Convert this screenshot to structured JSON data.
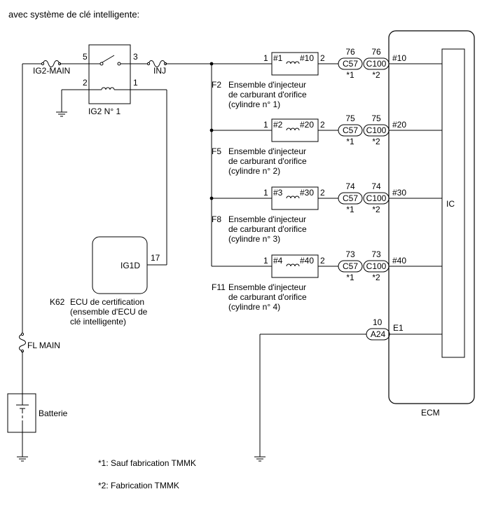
{
  "title": "avec système de clé intelligente:",
  "relay": {
    "pin_5": "5",
    "pin_3": "3",
    "pin_2": "2",
    "pin_1": "1",
    "name": "IG2 N° 1"
  },
  "fuses": {
    "ig2_main": "IG2-MAIN",
    "inj": "INJ",
    "fl_main": "FL MAIN"
  },
  "battery_label": "Batterie",
  "k62": {
    "ref": "K62",
    "name_line1": "ECU de certification",
    "name_line2": "(ensemble d'ECU de",
    "name_line3": "clé intelligente)",
    "terminal": "IG1D",
    "pin": "17"
  },
  "injectors": [
    {
      "ref": "F2",
      "line1": "Ensemble d'injecteur",
      "line2": "de carburant d'orifice",
      "line3": "(cylindre n° 1)",
      "pin_in": "1",
      "coil_left": "#1",
      "coil_right": "#10",
      "pin_out": "2",
      "c57_pin": "76",
      "c57": "C57",
      "c57_note": "*1",
      "c100_pin": "76",
      "c100": "C100",
      "c100_note": "*2",
      "ecm_terminal": "#10"
    },
    {
      "ref": "F5",
      "line1": "Ensemble d'injecteur",
      "line2": "de carburant d'orifice",
      "line3": "(cylindre n° 2)",
      "pin_in": "1",
      "coil_left": "#2",
      "coil_right": "#20",
      "pin_out": "2",
      "c57_pin": "75",
      "c57": "C57",
      "c57_note": "*1",
      "c100_pin": "75",
      "c100": "C100",
      "c100_note": "*2",
      "ecm_terminal": "#20"
    },
    {
      "ref": "F8",
      "line1": "Ensemble d'injecteur",
      "line2": "de carburant d'orifice",
      "line3": "(cylindre n° 3)",
      "pin_in": "1",
      "coil_left": "#3",
      "coil_right": "#30",
      "pin_out": "2",
      "c57_pin": "74",
      "c57": "C57",
      "c57_note": "*1",
      "c100_pin": "74",
      "c100": "C100",
      "c100_note": "*2",
      "ecm_terminal": "#30"
    },
    {
      "ref": "F11",
      "line1": "Ensemble d'injecteur",
      "line2": "de carburant d'orifice",
      "line3": "(cylindre n° 4)",
      "pin_in": "1",
      "coil_left": "#4",
      "coil_right": "#40",
      "pin_out": "2",
      "c57_pin": "73",
      "c57": "C57",
      "c57_note": "*1",
      "c100_pin": "73",
      "c100": "C100",
      "c100_note": "*2",
      "ecm_terminal": "#40"
    }
  ],
  "ecm": {
    "name": "ECM",
    "ic": "IC",
    "e1_pin": "10",
    "e1_connector": "A24",
    "e1_terminal": "E1"
  },
  "notes": {
    "note1": "*1: Sauf fabrication TMMK",
    "note2": "*2: Fabrication TMMK"
  }
}
